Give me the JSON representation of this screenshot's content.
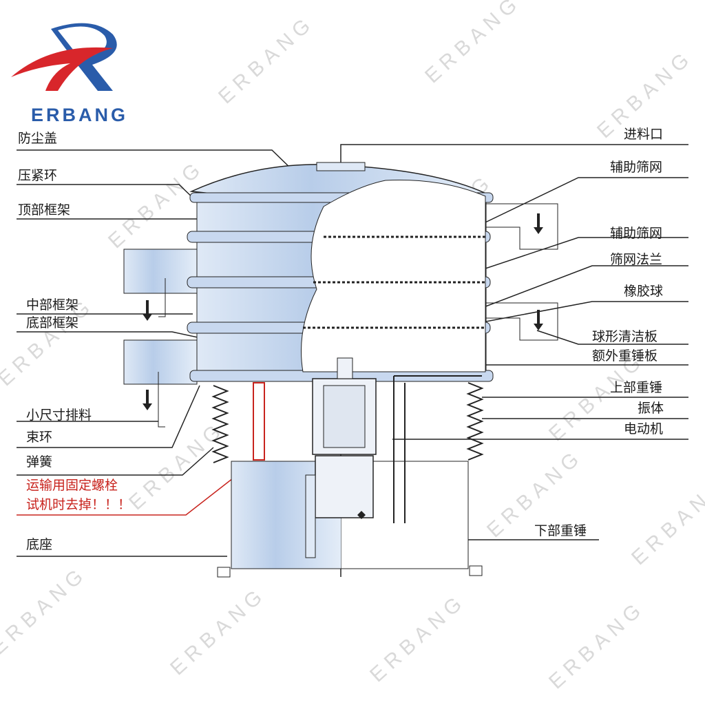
{
  "brand": {
    "name": "ERBANG",
    "accent": "#2a5caa",
    "logo_red": "#d8262b"
  },
  "labels_left": [
    "防尘盖",
    "压紧环",
    "顶部框架",
    "中部框架",
    "底部框架",
    "小尺寸排料",
    "束环",
    "弹簧",
    "底座"
  ],
  "labels_right": [
    "进料口",
    "辅助筛网",
    "辅助筛网",
    "筛网法兰",
    "橡胶球",
    "球形清洁板",
    "额外重锤板",
    "上部重锤",
    "振体",
    "电动机",
    "下部重锤"
  ],
  "warning": {
    "line1": "运输用固定螺栓",
    "line2": "试机时去掉！！！",
    "color": "#c8231d"
  },
  "watermark": "ERBANG"
}
